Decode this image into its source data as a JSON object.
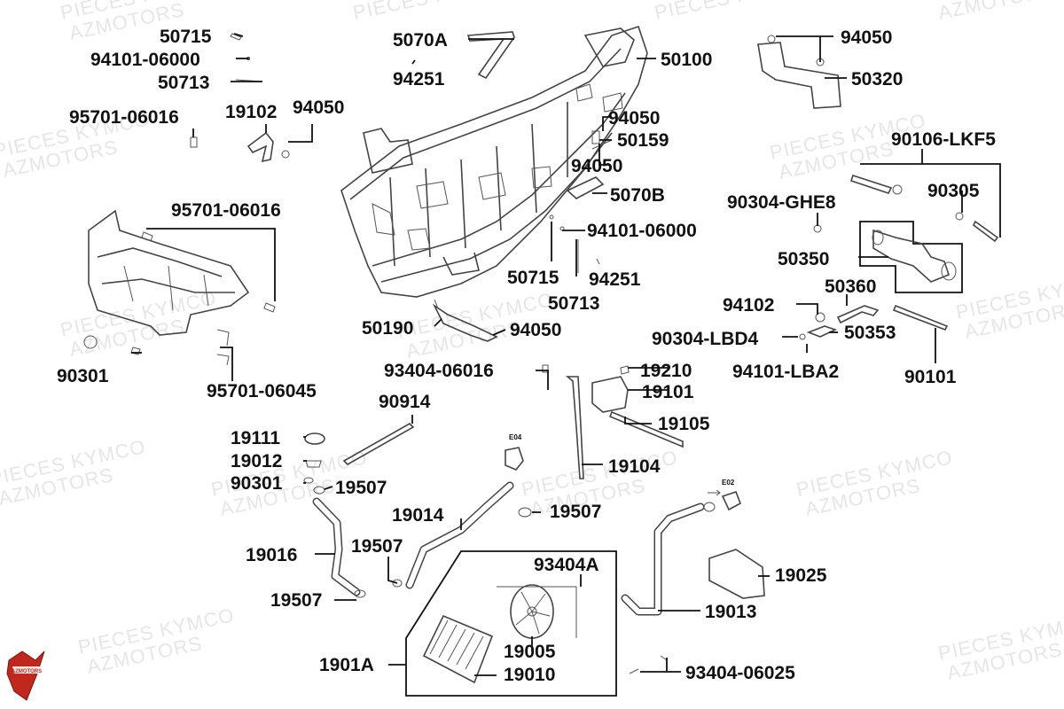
{
  "watermark": {
    "line1": "PIECES KYMCO",
    "line2": "AZMOTORS"
  },
  "logo": {
    "text": "AZMOTORS",
    "color": "#c0281e"
  },
  "labels": {
    "l50715_top": "50715",
    "l94101_06000_top": "94101-06000",
    "l50713_top": "50713",
    "l95701_06016_top": "95701-06016",
    "l19102": "19102",
    "l94050_mid": "94050",
    "l5070A": "5070A",
    "l94251_top": "94251",
    "l50100": "50100",
    "l94050_tr": "94050",
    "l50320": "50320",
    "l94050_c1": "94050",
    "l50159": "50159",
    "l94050_c2": "94050",
    "l5070B": "5070B",
    "l90106": "90106-LKF5",
    "l90304_ghe8": "90304-GHE8",
    "l90305": "90305",
    "l95701_06016_left": "95701-06016",
    "l94101_06000_mid": "94101-06000",
    "l50350": "50350",
    "l50715_mid": "50715",
    "l94251_mid": "94251",
    "l50360": "50360",
    "l50713_mid": "50713",
    "l94102": "94102",
    "l50190": "50190",
    "l94050_bottom": "94050",
    "l90304_lbd4": "90304-LBD4",
    "l50353": "50353",
    "l90301_left": "90301",
    "l95701_06045": "95701-06045",
    "l94101_lba2": "94101-LBA2",
    "l90101": "90101",
    "l93404_06016": "93404-06016",
    "l19210": "19210",
    "l90914": "90914",
    "l19101": "19101",
    "l19105": "19105",
    "l19111": "19111",
    "l19012": "19012",
    "l19104": "19104",
    "l90301_hose": "90301",
    "l19507_a": "19507",
    "l19014": "19014",
    "l19507_b": "19507",
    "l19016": "19016",
    "l19507_c": "19507",
    "l93404A": "93404A",
    "l19025": "19025",
    "l19507_d": "19507",
    "l19013": "19013",
    "l19005": "19005",
    "l1901A": "1901A",
    "l19010": "19010",
    "l93404_06025": "93404-06025",
    "e04": "E04",
    "e02": "E02"
  }
}
